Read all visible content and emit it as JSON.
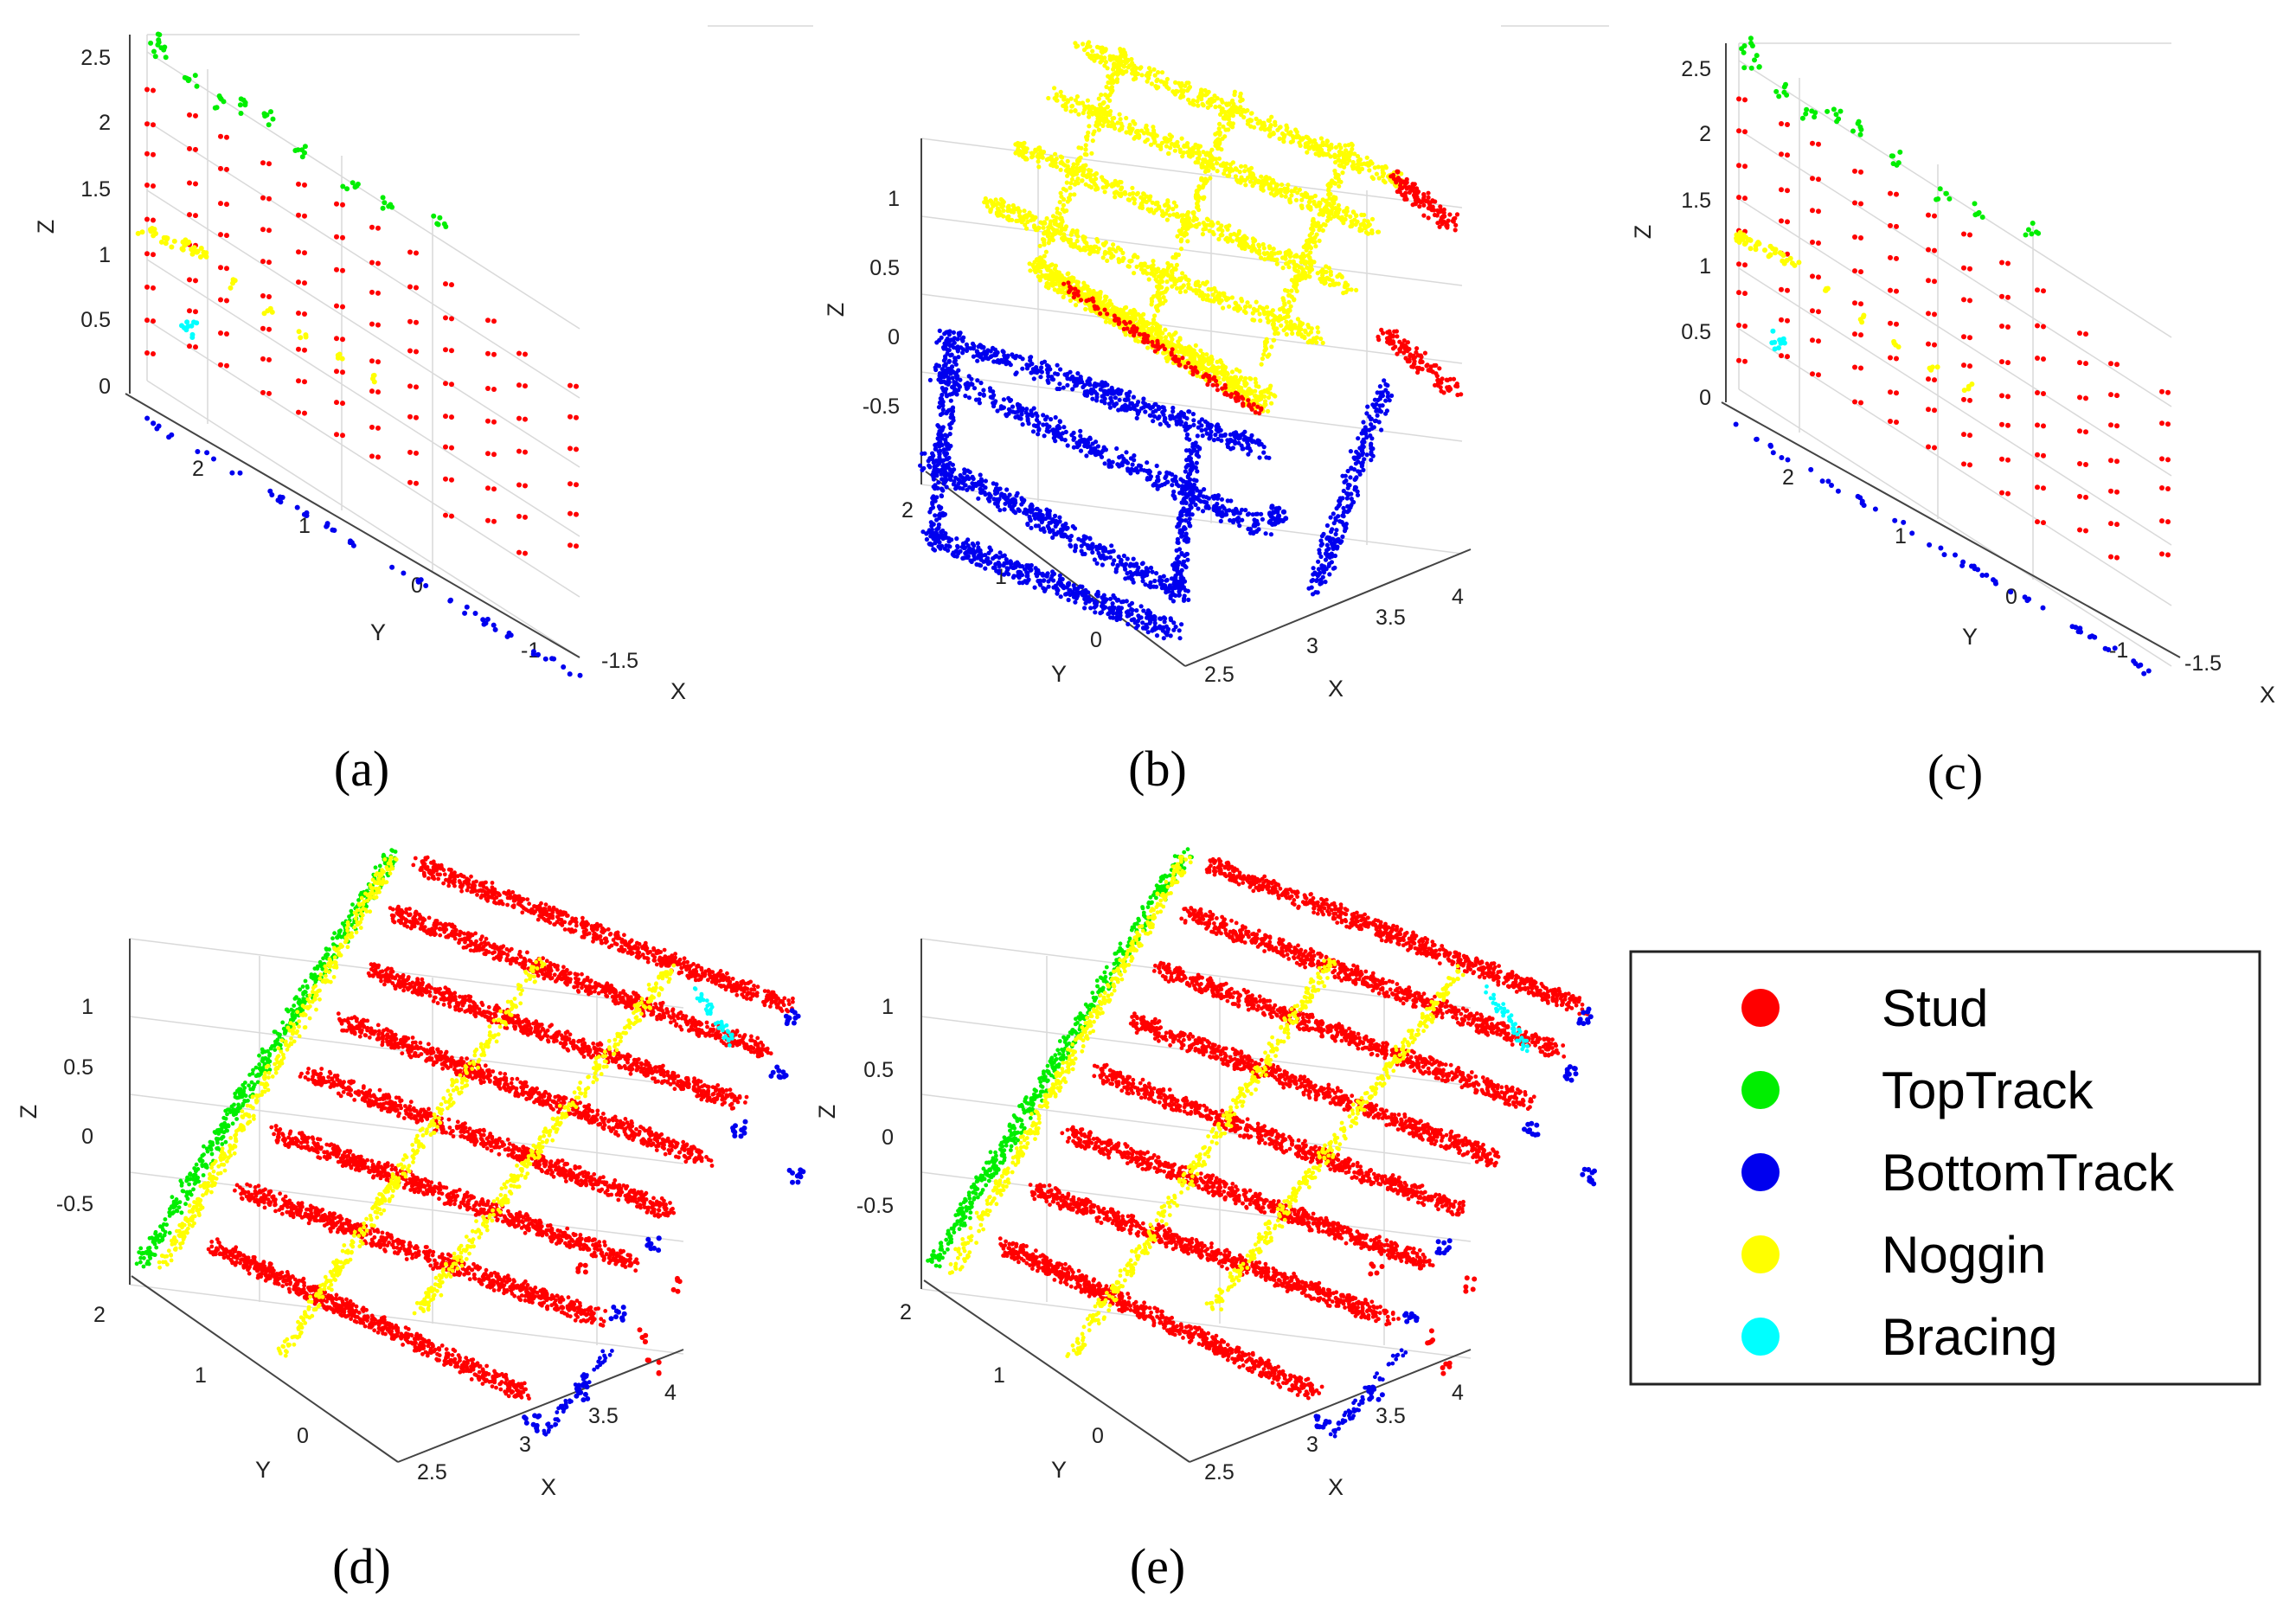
{
  "chart_data": [
    {
      "type": "scatter",
      "caption": "(a)",
      "zlabel": "Z",
      "ylabel": "Y",
      "xlabel": "X",
      "z_ticks": [
        "2.5",
        "2",
        "1.5",
        "1",
        "0.5",
        "0"
      ],
      "y_ticks": [
        "2",
        "1",
        "0",
        "-1"
      ],
      "x_ticks": [
        "-1.5"
      ],
      "series_present": [
        "Stud",
        "TopTrack",
        "BottomTrack",
        "Noggin",
        "Bracing"
      ]
    },
    {
      "type": "scatter",
      "caption": "(b)",
      "zlabel": "Z",
      "ylabel": "Y",
      "xlabel": "X",
      "z_ticks": [
        "1",
        "0.5",
        "0",
        "-0.5"
      ],
      "y_ticks": [
        "2",
        "1",
        "0"
      ],
      "x_ticks": [
        "2.5",
        "3",
        "3.5",
        "4"
      ],
      "series_present": [
        "Stud",
        "BottomTrack",
        "Noggin"
      ]
    },
    {
      "type": "scatter",
      "caption": "(c)",
      "zlabel": "Z",
      "ylabel": "Y",
      "xlabel": "X",
      "z_ticks": [
        "2.5",
        "2",
        "1.5",
        "1",
        "0.5",
        "0"
      ],
      "y_ticks": [
        "2",
        "1",
        "0",
        "-1"
      ],
      "x_ticks": [
        "-1.5"
      ],
      "series_present": [
        "Stud",
        "TopTrack",
        "BottomTrack",
        "Noggin",
        "Bracing"
      ]
    },
    {
      "type": "scatter",
      "caption": "(d)",
      "zlabel": "Z",
      "ylabel": "Y",
      "xlabel": "X",
      "z_ticks": [
        "1",
        "0.5",
        "0",
        "-0.5"
      ],
      "y_ticks": [
        "2",
        "1",
        "0"
      ],
      "x_ticks": [
        "2.5",
        "3",
        "3.5",
        "4"
      ],
      "series_present": [
        "Stud",
        "TopTrack",
        "BottomTrack",
        "Noggin",
        "Bracing"
      ]
    },
    {
      "type": "scatter",
      "caption": "(e)",
      "zlabel": "Z",
      "ylabel": "Y",
      "xlabel": "X",
      "z_ticks": [
        "1",
        "0.5",
        "0",
        "-0.5"
      ],
      "y_ticks": [
        "2",
        "1",
        "0"
      ],
      "x_ticks": [
        "2.5",
        "3",
        "3.5",
        "4"
      ],
      "series_present": [
        "Stud",
        "TopTrack",
        "BottomTrack",
        "Noggin",
        "Bracing"
      ]
    }
  ],
  "legend": {
    "position": "bottom-right",
    "items": [
      {
        "label": "Stud",
        "color": "#ff0000"
      },
      {
        "label": "TopTrack",
        "color": "#00ee00"
      },
      {
        "label": "BottomTrack",
        "color": "#0000ee"
      },
      {
        "label": "Noggin",
        "color": "#ffff00"
      },
      {
        "label": "Bracing",
        "color": "#00ffff"
      }
    ]
  }
}
